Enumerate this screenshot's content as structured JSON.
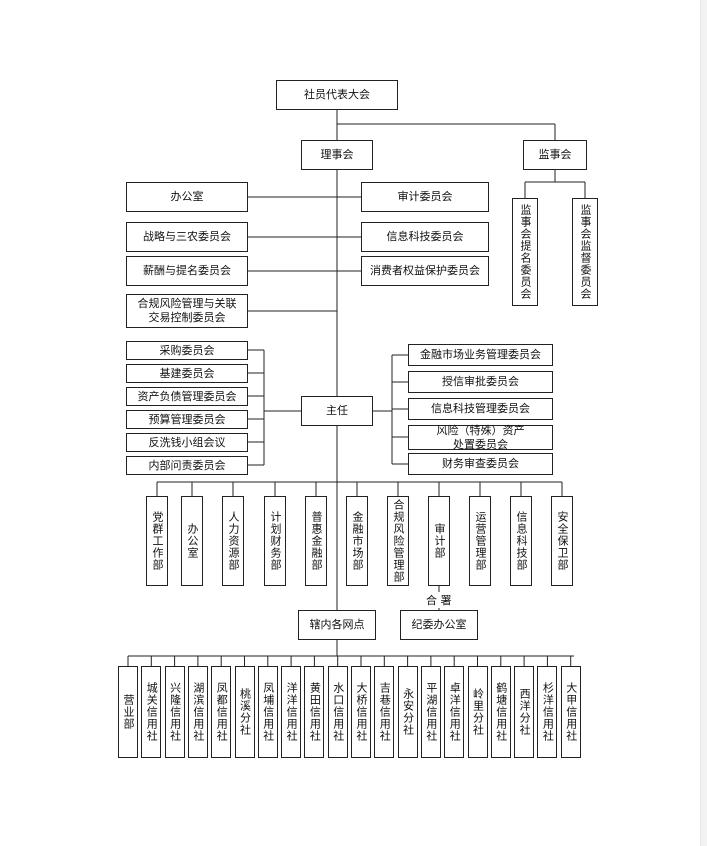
{
  "top": {
    "assembly": "社员代表大会",
    "board": "理事会",
    "supervisory": "监事会"
  },
  "supervisory_committees": [
    "监事会提名委员会",
    "监事会监督委员会"
  ],
  "board_committees_left": [
    "办公室",
    "战略与三农委员会",
    "薪酬与提名委员会",
    "合规风险管理与关联\n交易控制委员会"
  ],
  "board_committees_right": [
    "审计委员会",
    "信息科技委员会",
    "消费者权益保护委员会"
  ],
  "director": "主任",
  "mgmt_committees_left": [
    "采购委员会",
    "基建委员会",
    "资产负债管理委员会",
    "预算管理委员会",
    "反洗钱小组会议",
    "内部问责委员会"
  ],
  "mgmt_committees_right": [
    "金融市场业务管理委员会",
    "授信审批委员会",
    "信息科技管理委员会",
    "风险（特殊）资产\n处置委员会",
    "财务审查委员会"
  ],
  "departments": [
    "党群工作部",
    "办公室",
    "人力资源部",
    "计划财务部",
    "普惠金融部",
    "金融市场部",
    "合规风险管理部",
    "审计部",
    "运营管理部",
    "信息科技部",
    "安全保卫部"
  ],
  "colocation_label": "合 署",
  "outlets": "辖内各网点",
  "discipline_office": "纪委办公室",
  "branches": [
    "营业部",
    "城关信用社",
    "兴隆信用社",
    "湖滨信用社",
    "凤都信用社",
    "桃溪分社",
    "凤埔信用社",
    "洋洋信用社",
    "黄田信用社",
    "水口信用社",
    "大桥信用社",
    "吉巷信用社",
    "永安分社",
    "平湖信用社",
    "卓洋信用社",
    "岭里分社",
    "鹤塘信用社",
    "西洋分社",
    "杉洋信用社",
    "大甲信用社"
  ]
}
